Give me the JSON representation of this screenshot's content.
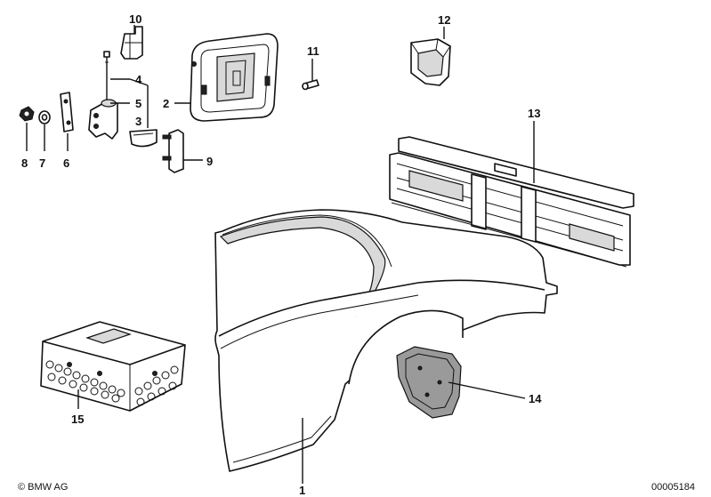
{
  "labels": {
    "p1": "1",
    "p2": "2",
    "p3": "3",
    "p4": "4",
    "p5": "5",
    "p6": "6",
    "p7": "7",
    "p8": "8",
    "p9": "9",
    "p10": "10",
    "p11": "11",
    "p12": "12",
    "p13": "13",
    "p14": "14",
    "p15": "15"
  },
  "footer": {
    "copyright": "© BMW AG",
    "code": "00005184"
  }
}
